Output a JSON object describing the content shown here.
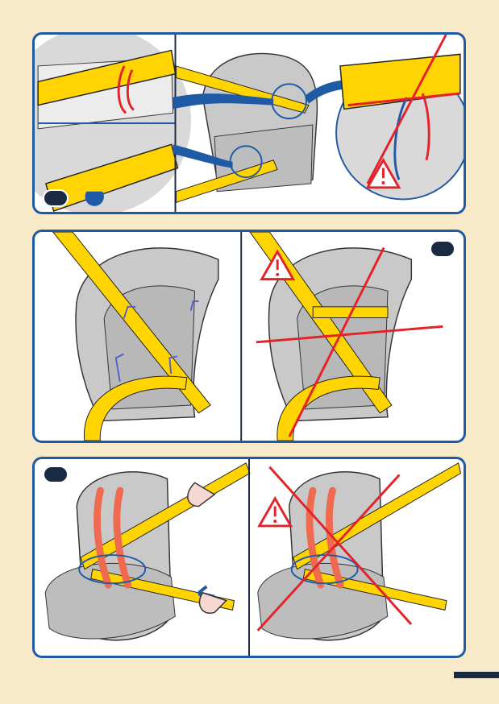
{
  "page": {
    "background": "#f8e9c9",
    "frame_color": "#1f5aa6",
    "belt_color": "#ffd400",
    "wrong_mark_color": "#e3222a",
    "seat_color": "#c9c9c9",
    "badge_color": "#1b2a44"
  },
  "panels": [
    {
      "name": "step-1-belt-routing-detail",
      "icons": [
        "zoom-circle-icon",
        "warning-triangle-icon",
        "cross-out-icon"
      ]
    },
    {
      "name": "step-2-belt-path-correct-vs-wrong",
      "icons": [
        "warning-triangle-icon",
        "cross-out-icon"
      ]
    },
    {
      "name": "step-3-tighten-belt",
      "icons": [
        "pull-arrow-icon",
        "warning-triangle-icon",
        "cross-out-icon"
      ]
    }
  ]
}
